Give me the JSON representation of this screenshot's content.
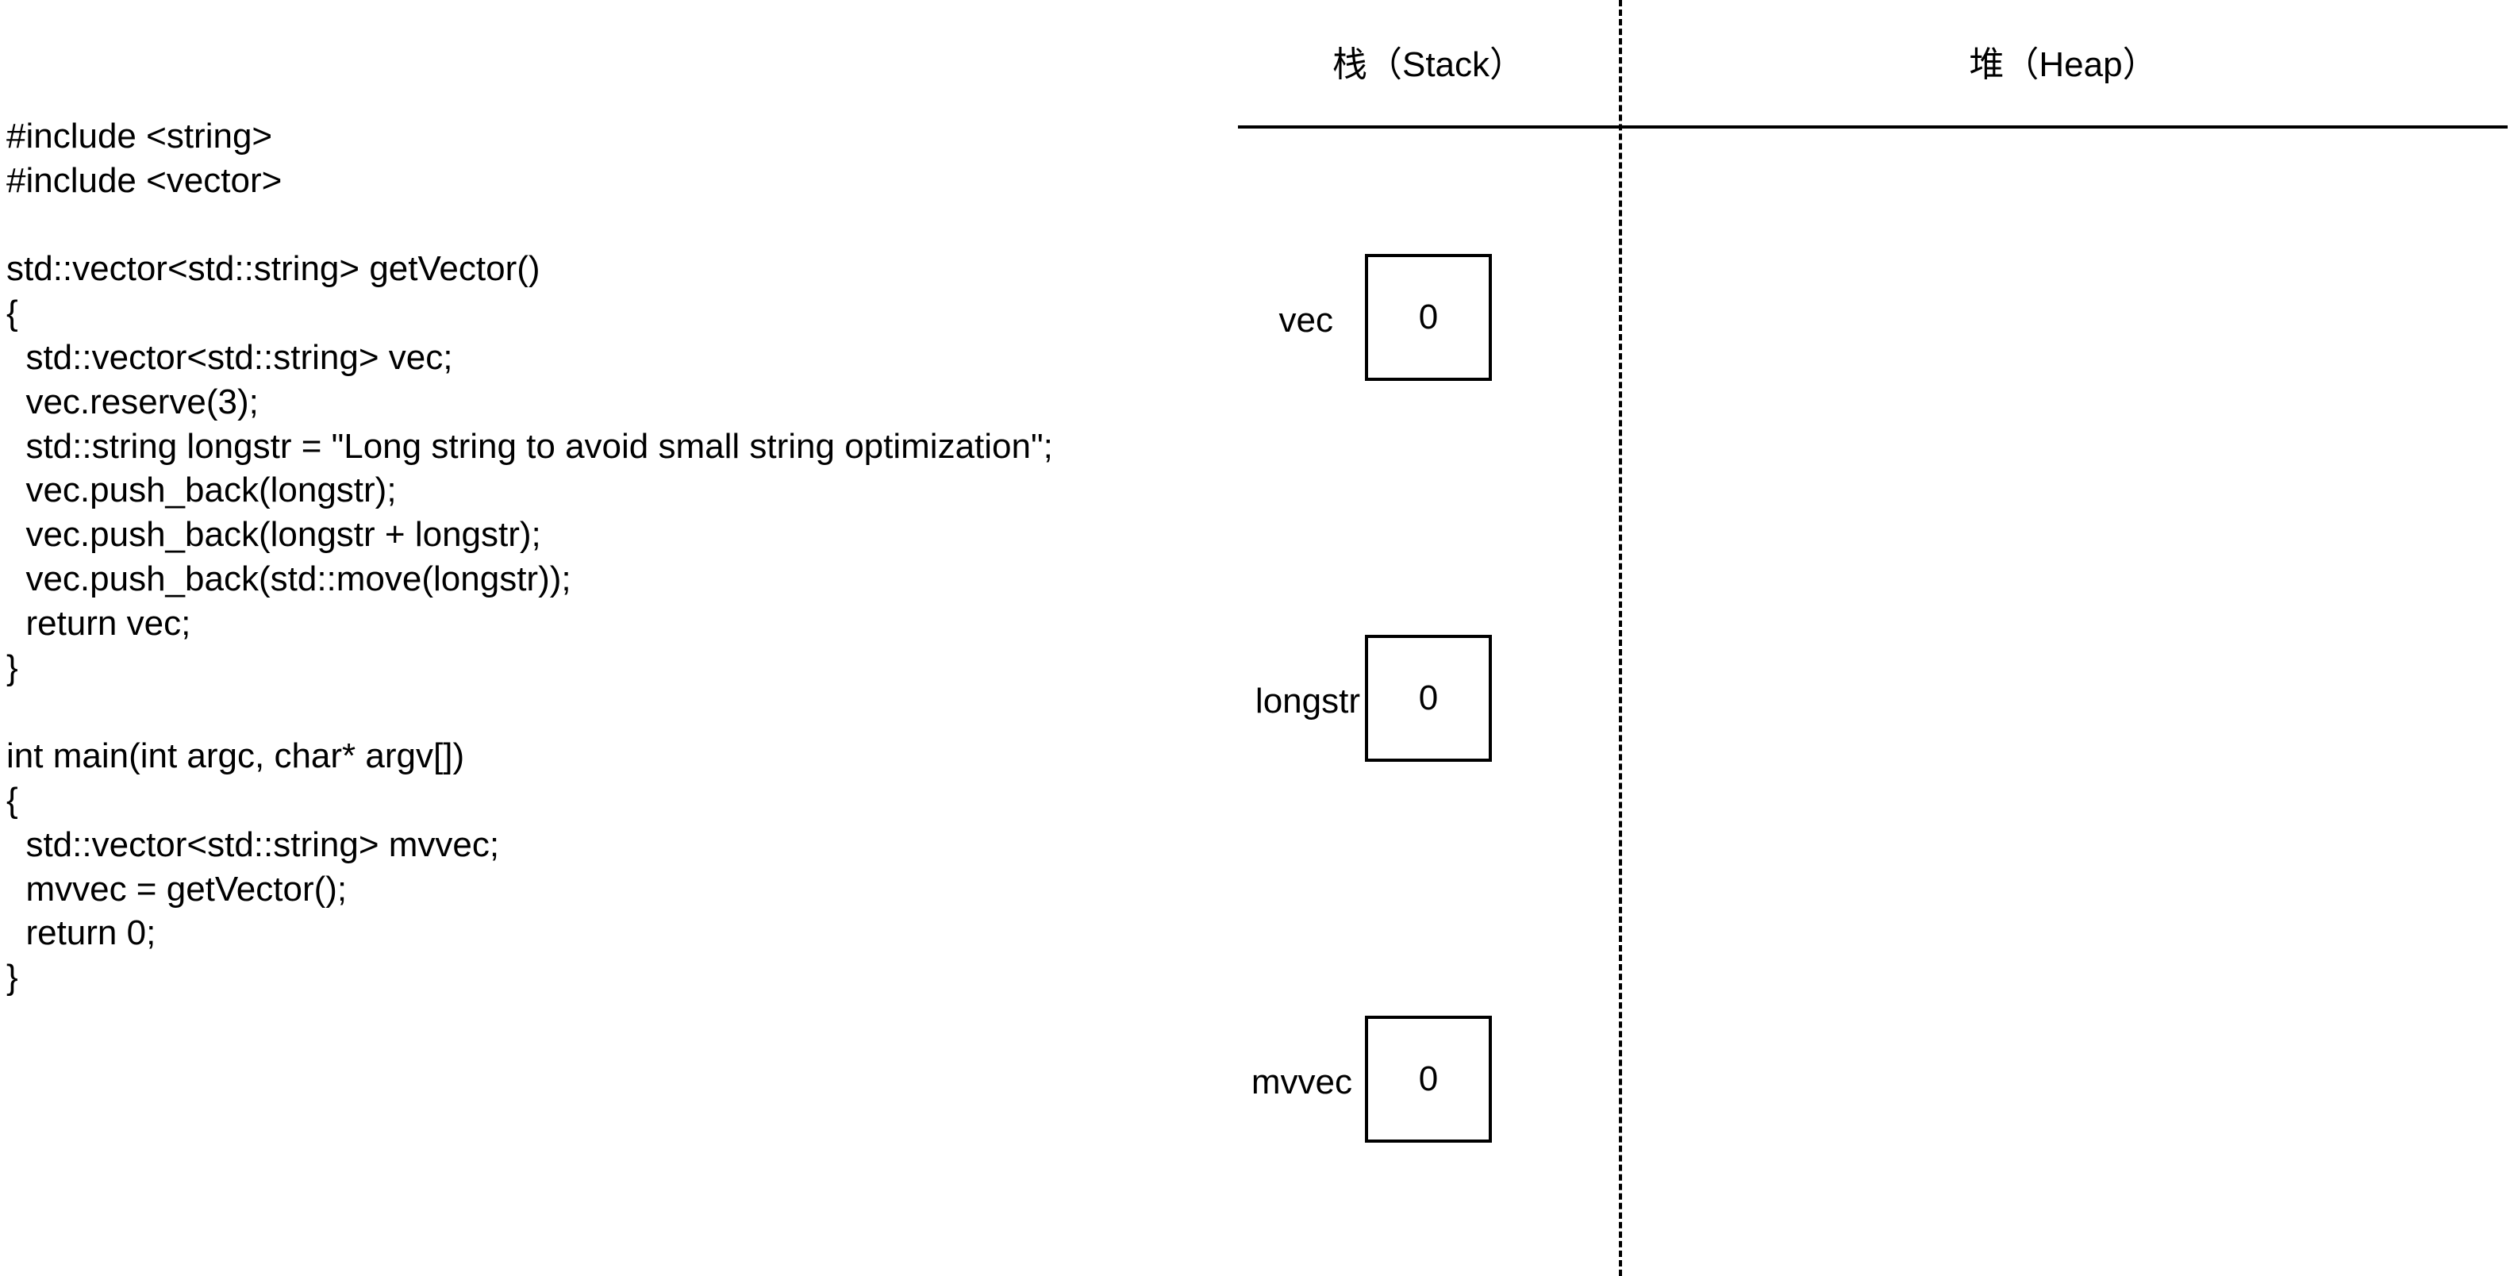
{
  "code": {
    "lines": [
      "#include <string>",
      "#include <vector>",
      "",
      "std::vector<std::string> getVector()",
      "{",
      "  std::vector<std::string> vec;",
      "  vec.reserve(3);",
      "  std::string longstr = \"Long string to avoid small string optimization\";",
      "  vec.push_back(longstr);",
      "  vec.push_back(longstr + longstr);",
      "  vec.push_back(std::move(longstr));",
      "  return vec;",
      "}",
      "",
      "int main(int argc, char* argv[])",
      "{",
      "  std::vector<std::string> mvvec;",
      "  mvvec = getVector();",
      "  return 0;",
      "}"
    ]
  },
  "memory": {
    "stack_header": "栈（Stack）",
    "heap_header": "堆（Heap）",
    "variables": [
      {
        "name": "vec",
        "value": "0"
      },
      {
        "name": "longstr",
        "value": "0"
      },
      {
        "name": "mvvec",
        "value": "0"
      }
    ]
  }
}
